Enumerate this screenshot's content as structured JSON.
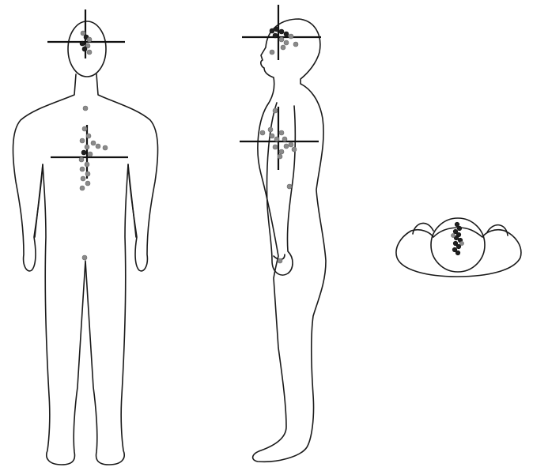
{
  "figure": {
    "views": [
      {
        "view": "front"
      },
      {
        "view": "side"
      },
      {
        "view": "top"
      }
    ],
    "colors": {
      "outline": "#1a1a1a",
      "crosshair": "#111111",
      "point": "#8a8a8a",
      "point_dark": "#1f1f1f"
    }
  }
}
